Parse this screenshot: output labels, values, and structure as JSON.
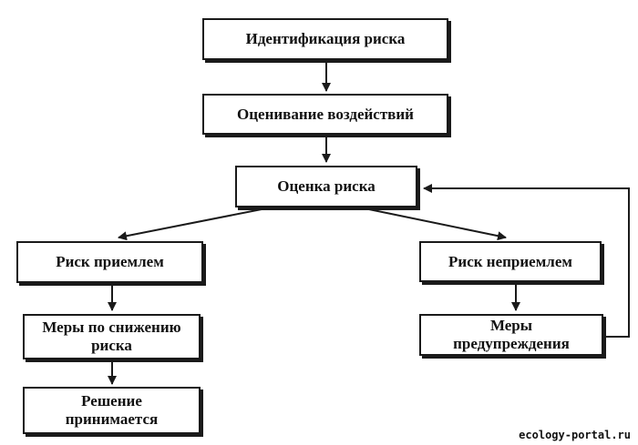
{
  "nodes": {
    "risk_identification": "Идентификация риска",
    "impact_assessment": "Оценивание воздействий",
    "risk_evaluation": "Оценка риска",
    "risk_acceptable": "Риск приемлем",
    "risk_unacceptable": "Риск неприемлем",
    "risk_reduction_measures": [
      "Меры по снижению",
      "риска"
    ],
    "prevention_measures": [
      "Меры",
      "предупреждения"
    ],
    "decision_accepted": [
      "Решение",
      "принимается"
    ]
  },
  "watermark": "ecology-portal.ru",
  "colors": {
    "line": "#1a1a1a",
    "text": "#111111",
    "background": "#ffffff"
  }
}
